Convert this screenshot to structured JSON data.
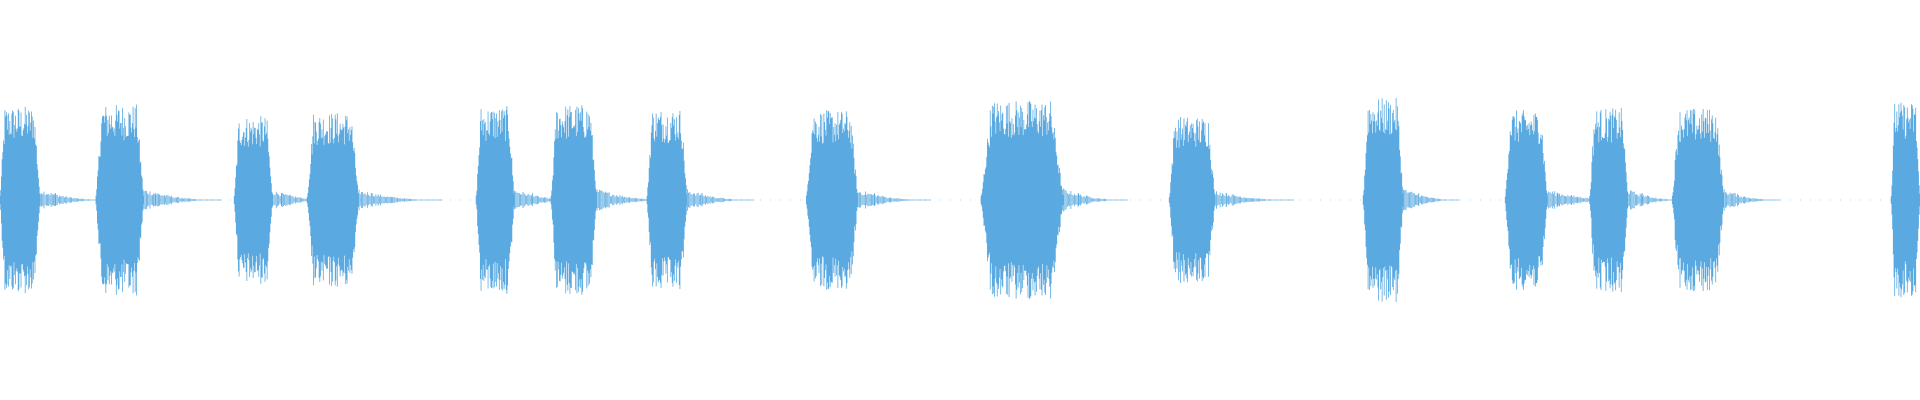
{
  "colors": {
    "background": "#ffffff",
    "waveform": "#5aa9e0"
  },
  "waveform": {
    "bursts": [
      {
        "start": 0.0,
        "end": 0.021,
        "amp": 0.47
      },
      {
        "start": 0.05,
        "end": 0.075,
        "amp": 0.48
      },
      {
        "start": 0.122,
        "end": 0.142,
        "amp": 0.42
      },
      {
        "start": 0.16,
        "end": 0.187,
        "amp": 0.44
      },
      {
        "start": 0.248,
        "end": 0.268,
        "amp": 0.47
      },
      {
        "start": 0.287,
        "end": 0.311,
        "amp": 0.48
      },
      {
        "start": 0.337,
        "end": 0.358,
        "amp": 0.46
      },
      {
        "start": 0.42,
        "end": 0.447,
        "amp": 0.45
      },
      {
        "start": 0.511,
        "end": 0.554,
        "amp": 0.5
      },
      {
        "start": 0.609,
        "end": 0.633,
        "amp": 0.42
      },
      {
        "start": 0.71,
        "end": 0.731,
        "amp": 0.51
      },
      {
        "start": 0.784,
        "end": 0.806,
        "amp": 0.45
      },
      {
        "start": 0.828,
        "end": 0.848,
        "amp": 0.46
      },
      {
        "start": 0.871,
        "end": 0.898,
        "amp": 0.46
      },
      {
        "start": 0.985,
        "end": 1.0,
        "amp": 0.49
      }
    ]
  }
}
